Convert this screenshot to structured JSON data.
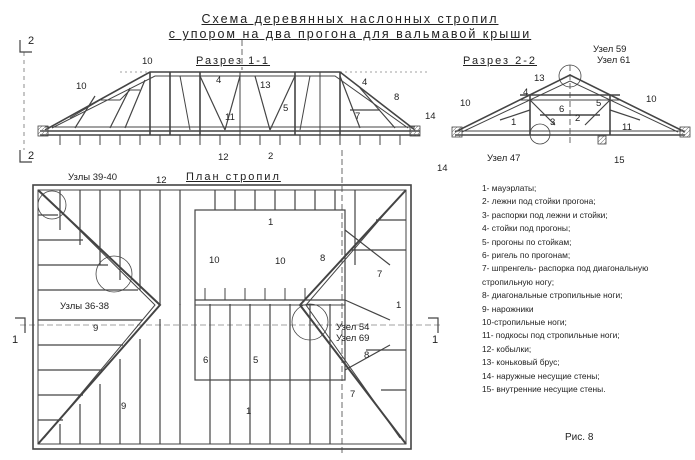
{
  "title_line1": "Схема деревянных наслонных стропил",
  "title_line2": "с упором на два прогона для вальмавой крыши",
  "section_1": "Разрез 1-1",
  "section_2": "Разрез 2-2",
  "plan_title": "План стропил",
  "figure_label": "Рис. 8",
  "cut_marks": {
    "two": "2",
    "one": "1"
  },
  "node_labels": {
    "n59": "Узел 59",
    "n61": "Узел 61",
    "n47": "Узел 47",
    "n3940": "Узлы 39-40",
    "n3638": "Узлы 36-38",
    "n54": "Узел 54",
    "n69": "Узел 69"
  },
  "numbers": [
    "1",
    "2",
    "3",
    "4",
    "5",
    "6",
    "7",
    "8",
    "9",
    "10",
    "11",
    "12",
    "13",
    "14",
    "15"
  ],
  "legend": [
    "1- мауэрлаты;",
    "2- лежни под стойки прогона;",
    "3- распорки под лежни и стойки;",
    "4- стойки под прогоны;",
    "5- прогоны по стойкам;",
    "6- ригель по прогонам;",
    "7- шпренгель- распорка под диагональную",
    "стропильную ногу;",
    "8- диагональные стропильные ноги;",
    "9- нарожники",
    "10-стропильные ноги;",
    "11- подкосы под стропильные ноги;",
    "12- кобылки;",
    "13- коньковый брус;",
    "14- наружные несущие стены;",
    "15- внутренние несущие стены."
  ]
}
